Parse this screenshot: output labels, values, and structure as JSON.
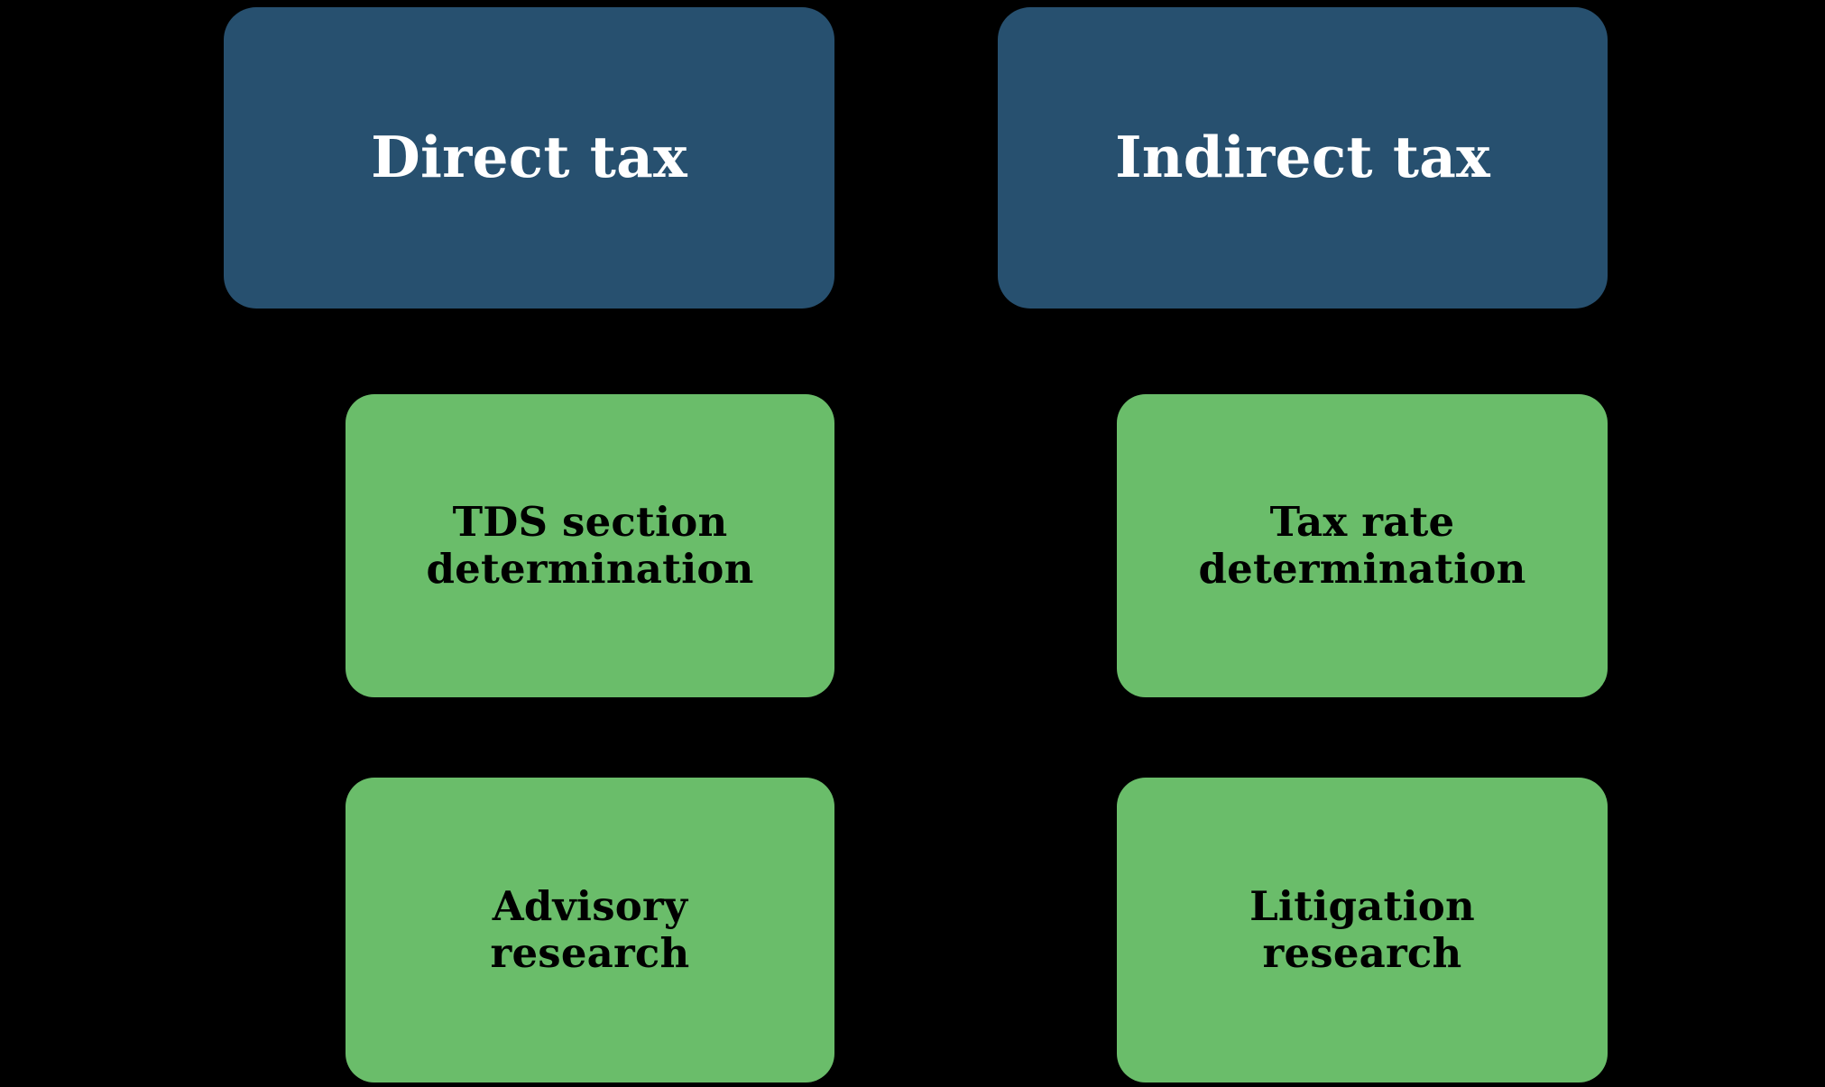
{
  "diagram": {
    "background_color": "#000000",
    "category_color": "#27506f",
    "service_color": "#6abd6a",
    "category_text_color": "#ffffff",
    "service_text_color": "#000000",
    "columns": [
      {
        "id": "direct-tax",
        "header": "Direct tax",
        "services": [
          "TDS section\ndetermination",
          "Advisory\nresearch"
        ]
      },
      {
        "id": "indirect-tax",
        "header": "Indirect tax",
        "services": [
          "Tax rate\ndetermination",
          "Litigation\nresearch"
        ]
      }
    ]
  }
}
